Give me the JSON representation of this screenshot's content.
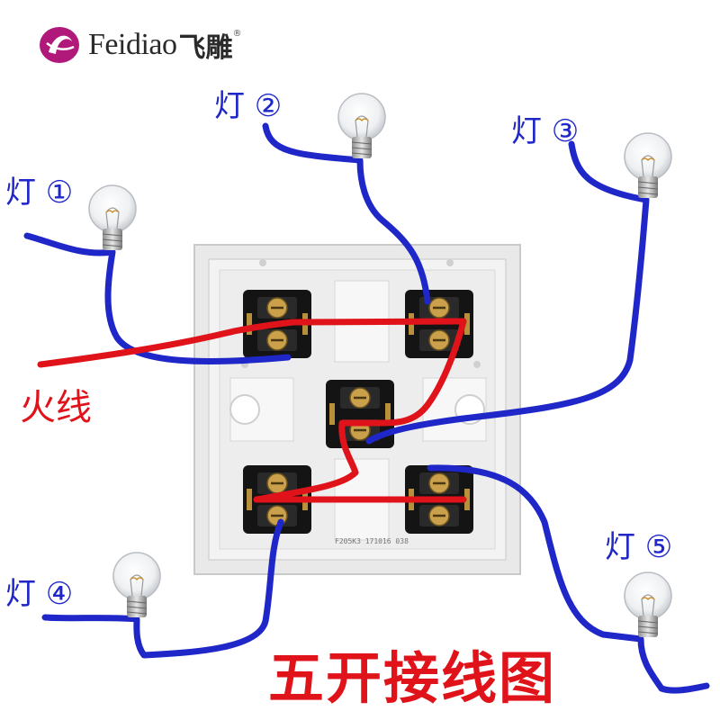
{
  "brand": {
    "name_latin": "Feidiao",
    "name_cn": "飞雕",
    "reg": "®",
    "accent": "#b0197a"
  },
  "lamps": [
    {
      "label": "灯 ①"
    },
    {
      "label": "灯 ②"
    },
    {
      "label": "灯 ③"
    },
    {
      "label": "灯 ④"
    },
    {
      "label": "灯 ⑤"
    }
  ],
  "live_wire": {
    "label": "火线",
    "color": "#e0121a"
  },
  "load_wire": {
    "color": "#1f27c9"
  },
  "title": "五开接线图",
  "panel_print": "F205K3 171016 038"
}
